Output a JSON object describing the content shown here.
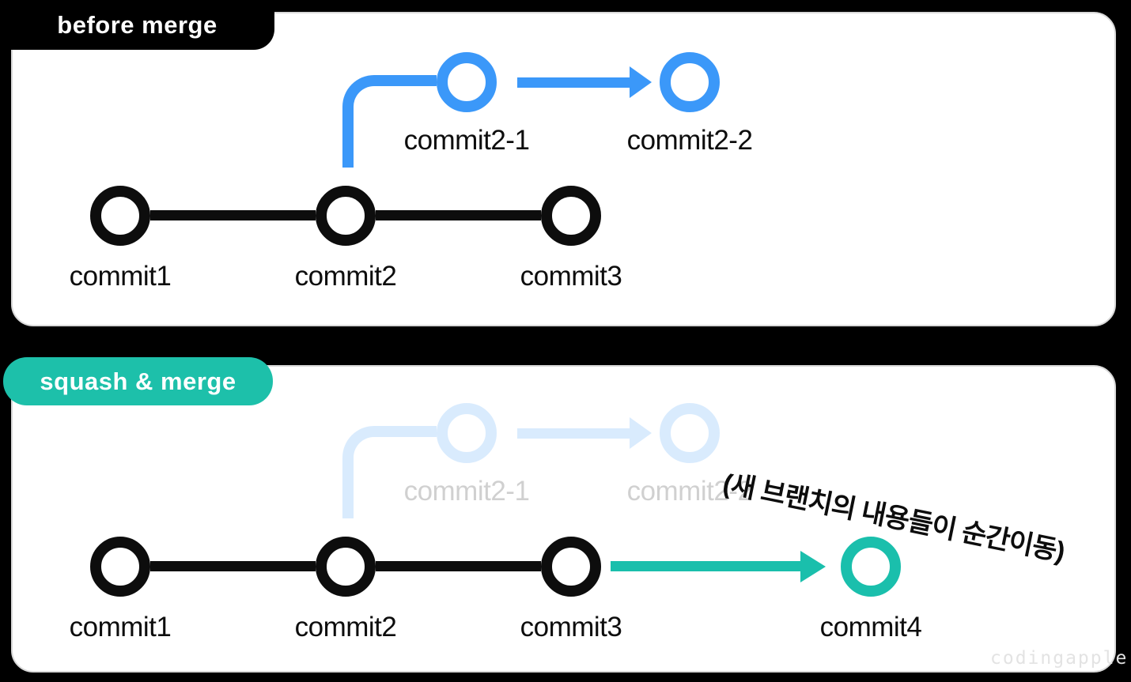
{
  "colors": {
    "background": "#000000",
    "panel_bg": "#ffffff",
    "panel_border": "#d9d9d9",
    "commit_black": "#0d0d0d",
    "branch_blue": "#3b98f9",
    "accent_teal": "#1abfac",
    "badge_before_bg": "#000000",
    "badge_squash_bg": "#1dc0aa",
    "badge_text": "#ffffff",
    "faded_label_gray": "#c9c9c9",
    "watermark_gray": "#e3e3e3"
  },
  "before_panel": {
    "badge_label": "before merge",
    "main_commits": [
      "commit1",
      "commit2",
      "commit3"
    ],
    "branch_commits": [
      "commit2-1",
      "commit2-2"
    ]
  },
  "squash_panel": {
    "badge_label": "squash & merge",
    "main_commits": [
      "commit1",
      "commit2",
      "commit3"
    ],
    "merged_commit": "commit4",
    "faded_branch_commits": [
      "commit2-1",
      "commit2-2"
    ],
    "annotation": "(새 브랜치의 내용들이 순간이동)",
    "watermark": "codingapple"
  }
}
